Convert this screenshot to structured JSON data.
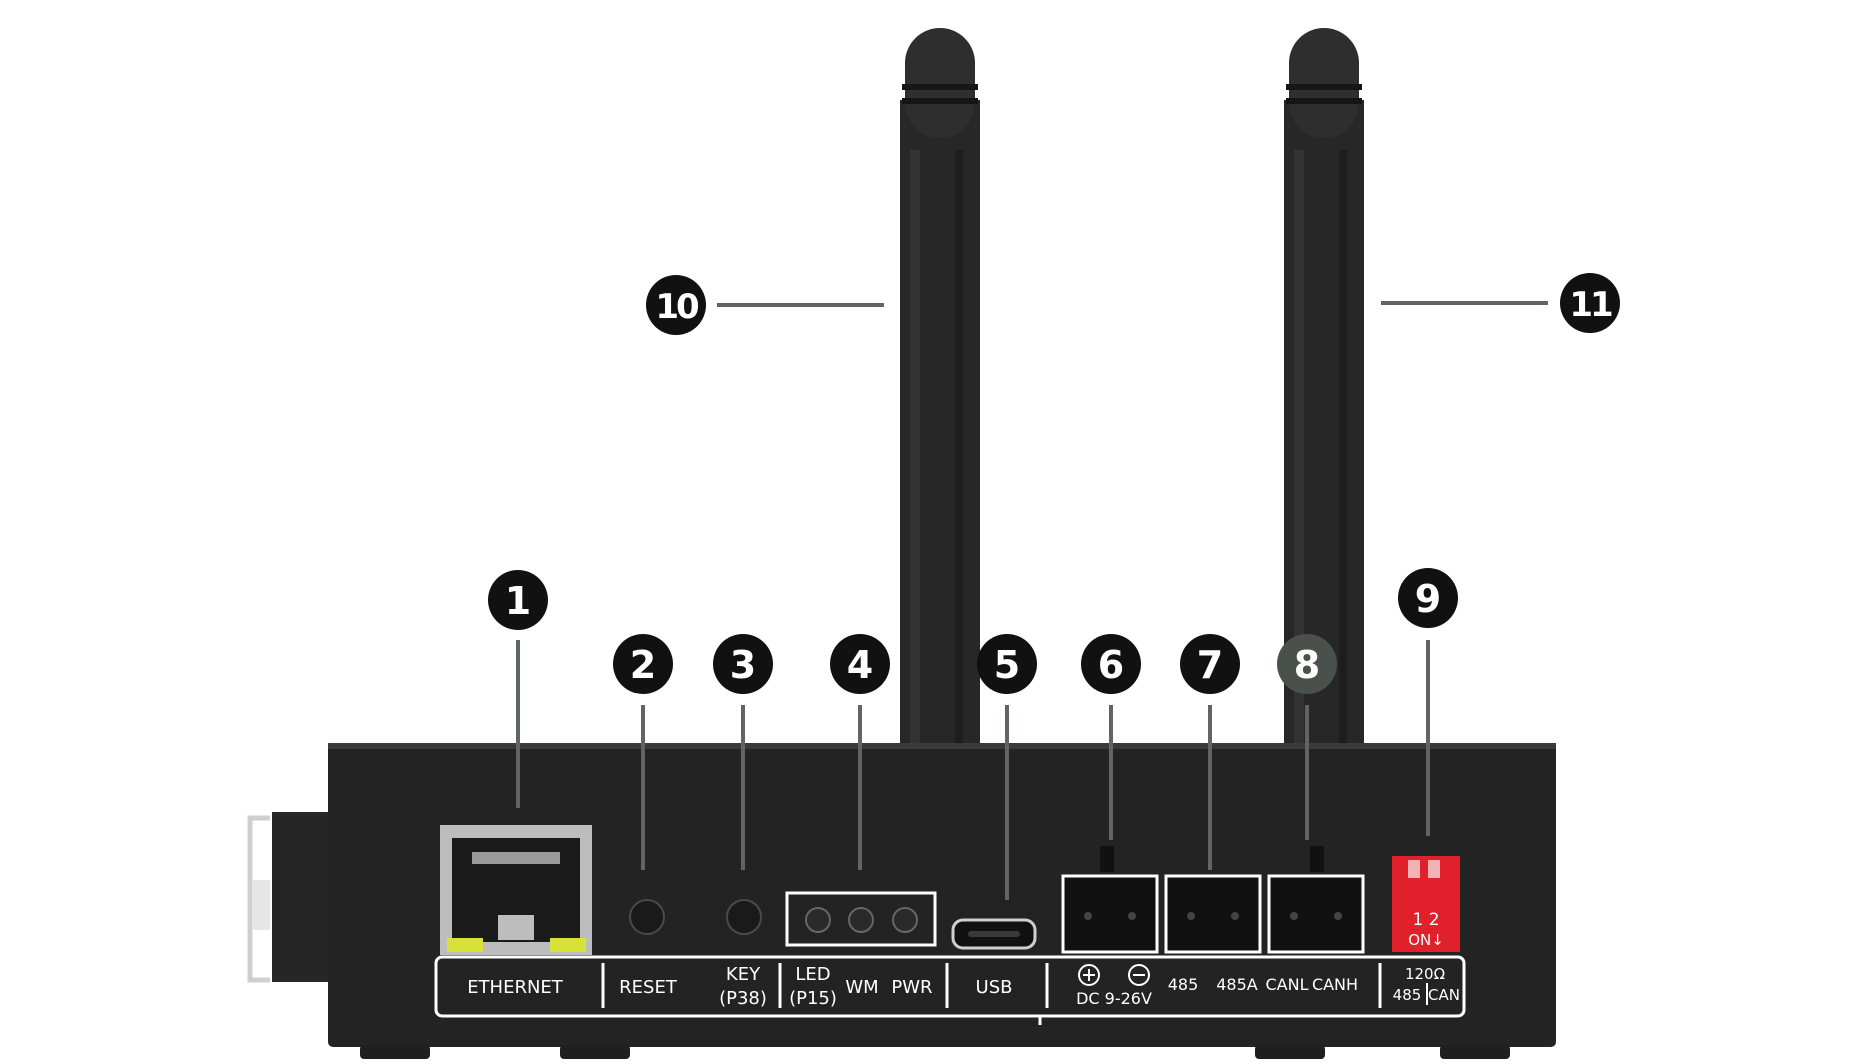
{
  "callouts": [
    "1",
    "2",
    "3",
    "4",
    "5",
    "6",
    "7",
    "8",
    "9",
    "10",
    "11"
  ],
  "labels": {
    "ethernet": "ETHERNET",
    "reset": "RESET",
    "key_1": "KEY",
    "key_2": "(P38)",
    "led_1": "LED",
    "led_2": "(P15)",
    "wm": "WM",
    "pwr": "PWR",
    "usb": "USB",
    "dc": "DC 9-26V",
    "r485": "485",
    "r485a": "485A",
    "canl": "CANL",
    "canh": "CANH",
    "ohm": "120Ω",
    "sw_485": "485",
    "sw_can": "CAN"
  },
  "dip_switch": {
    "numbers": "1 2",
    "on": "ON↓"
  },
  "colors": {
    "body": "#232323",
    "antenna": "#2a2a2a",
    "leader": "#5f6560",
    "badge": "#111111",
    "badge_highlight": "#4a504b",
    "dip": "#e0202a",
    "rj45_led": "#d6e23a"
  },
  "icons": {
    "plus": "plus-circle-icon",
    "minus": "minus-circle-icon"
  }
}
